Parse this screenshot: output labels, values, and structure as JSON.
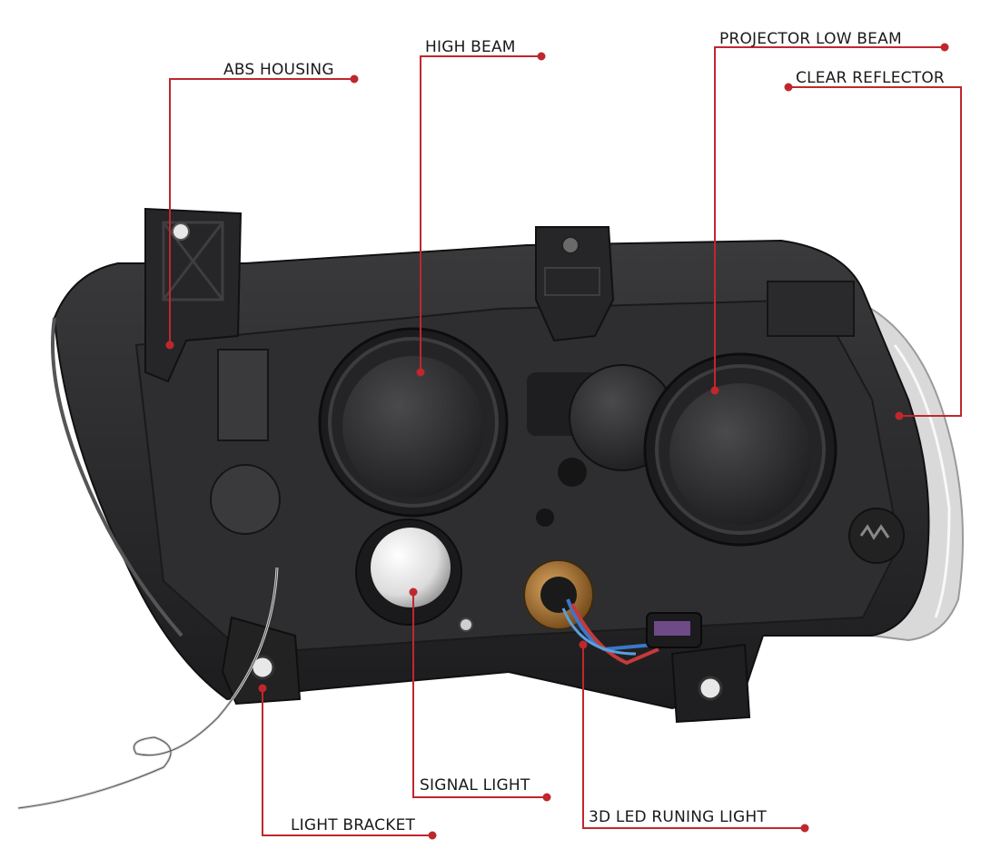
{
  "colors": {
    "leader": "#c0272d",
    "housing": "#2b2b2d",
    "housing_dark": "#1a1a1c",
    "lens": "#3a3a3c"
  },
  "labels": {
    "abs_housing": "ABS HOUSING",
    "high_beam": "HIGH  BEAM",
    "projector_low_beam": "PROJECTOR LOW BEAM",
    "clear_reflector": "CLEAR REFLECTOR",
    "signal_light": "SIGNAL LIGHT",
    "led_running_light": "3D LED RUNING LIGHT",
    "light_bracket": "LIGHT BRACKET"
  }
}
